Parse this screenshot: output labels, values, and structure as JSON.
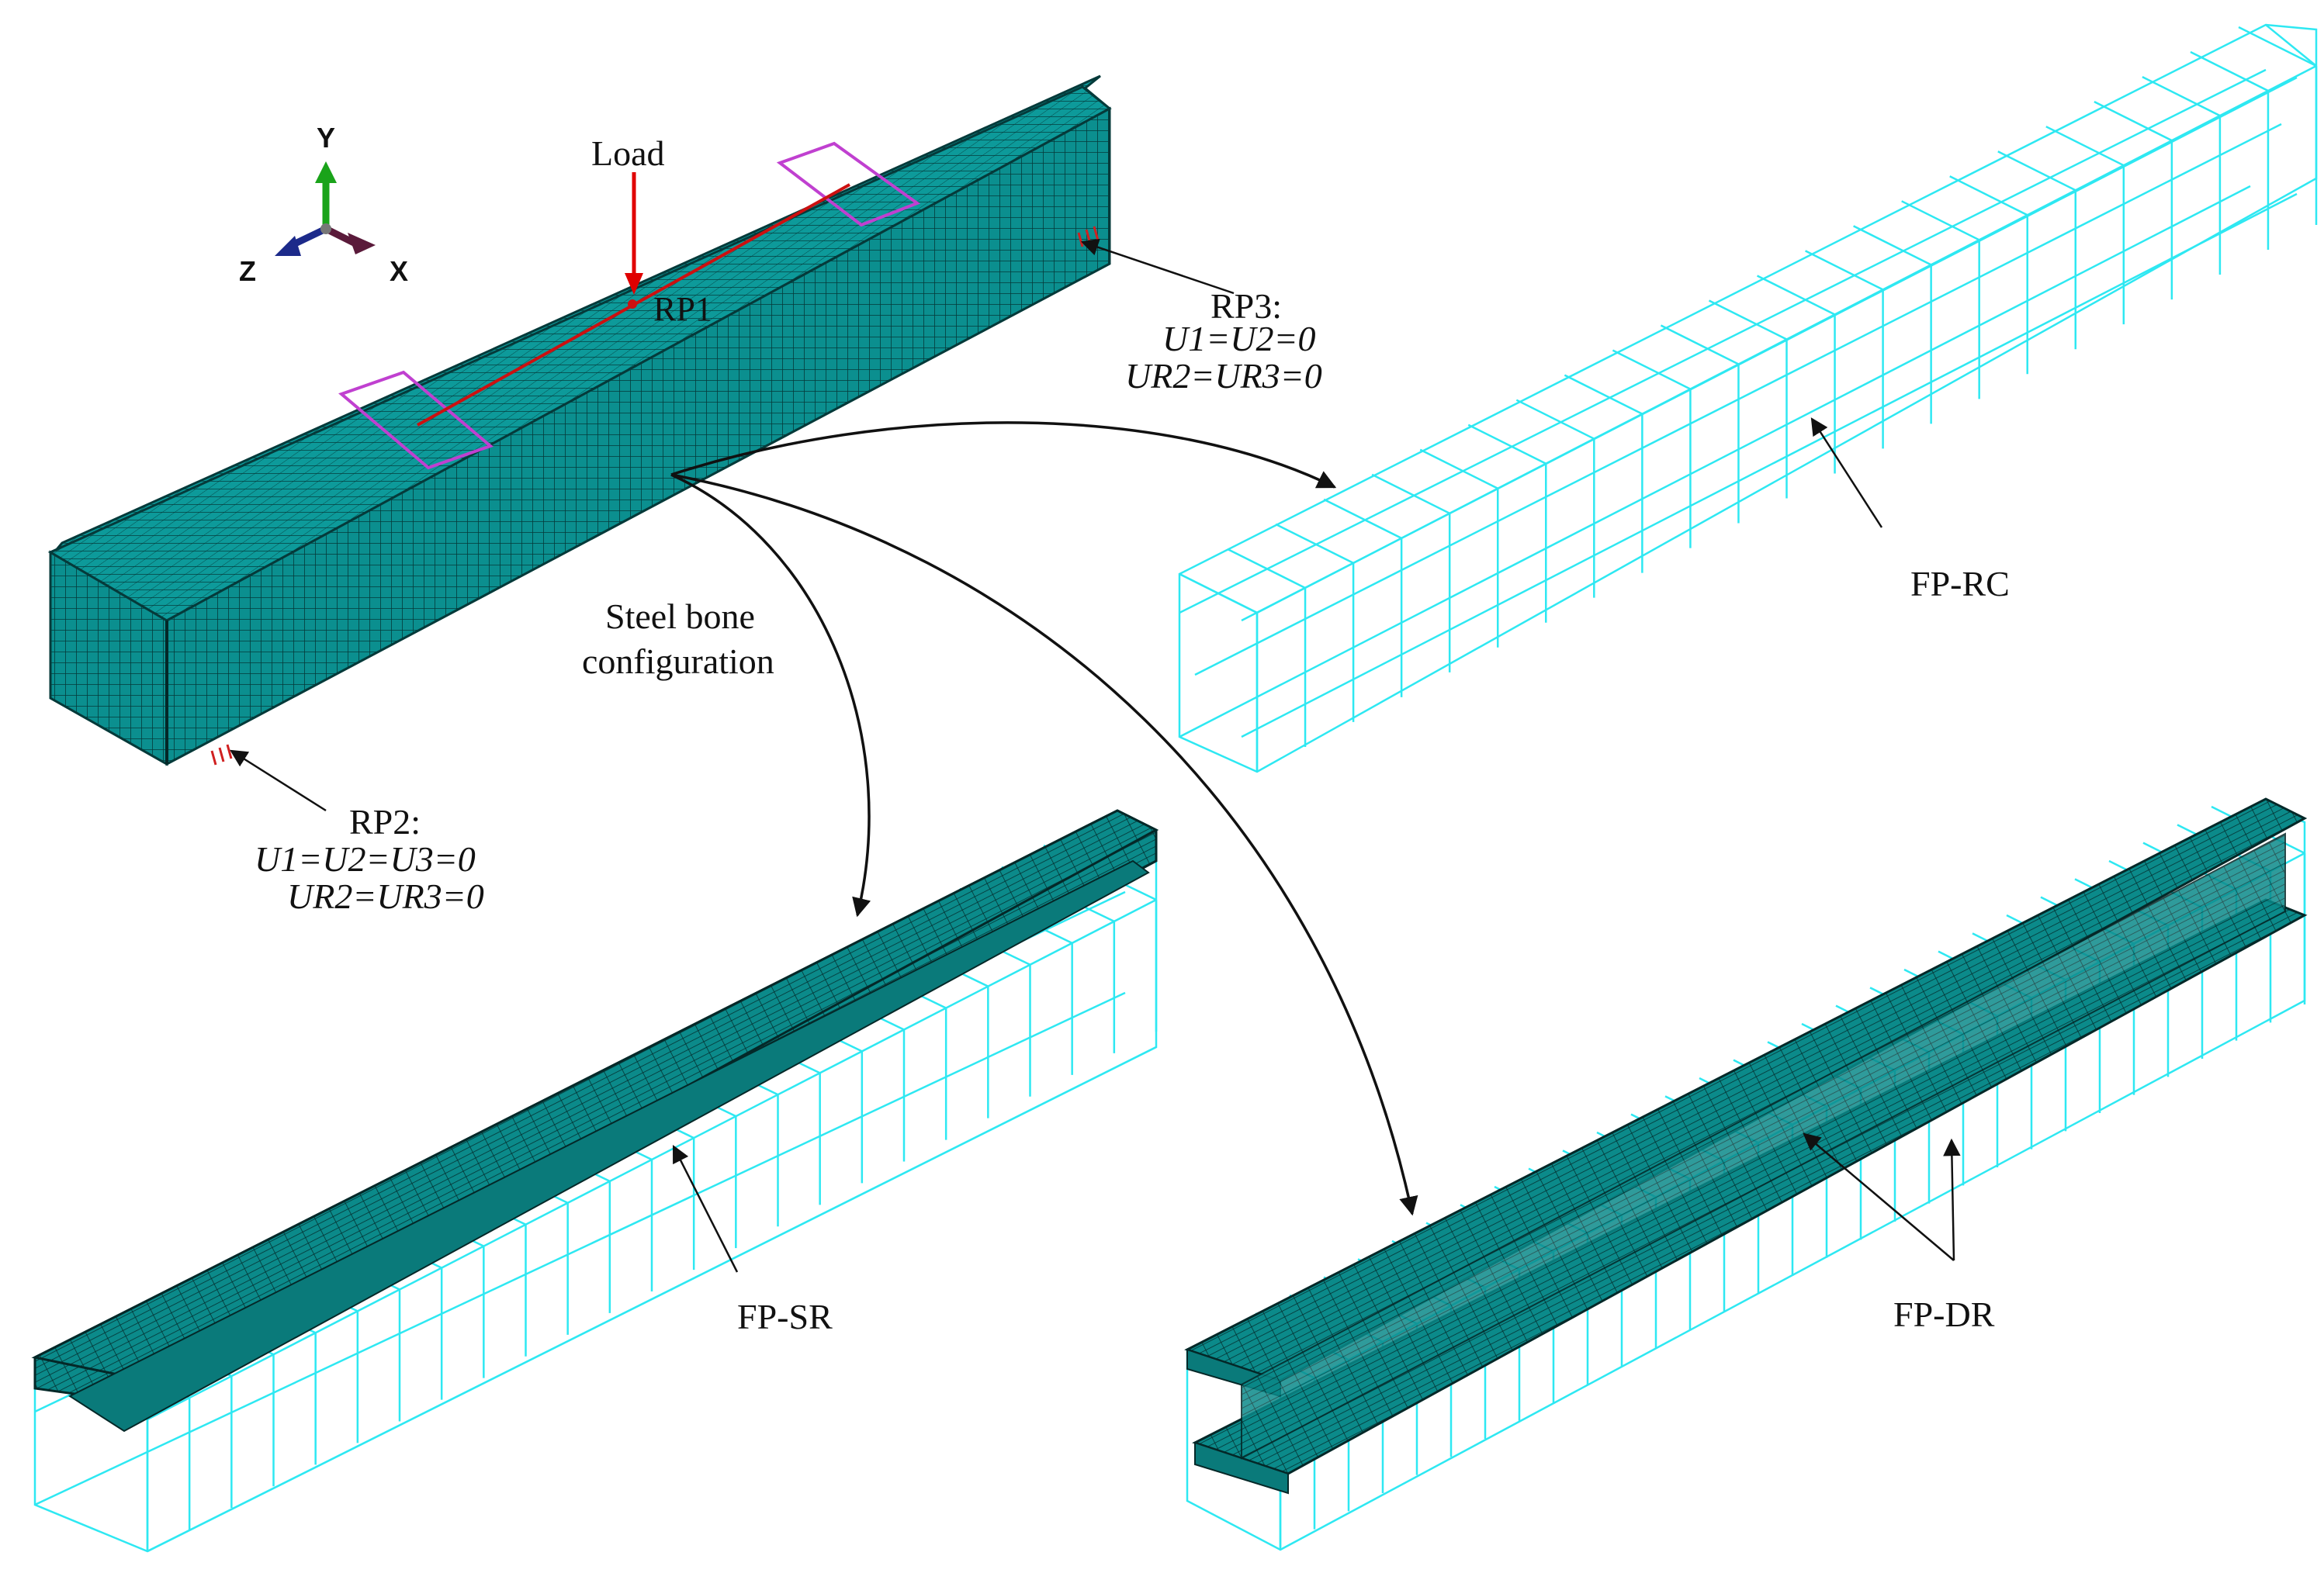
{
  "colors": {
    "mesh_fill": "#0b8f8f",
    "mesh_line": "#053a3a",
    "wire": "#2ee8f2",
    "load_arrow": "#e00000",
    "load_line": "#cc1010",
    "pad": "#c040d0",
    "axis_y": "#1aa31a",
    "axis_z": "#1c2a8a",
    "axis_x": "#5a1a3a",
    "text": "#111111"
  },
  "icons": [
    "axis-triad-icon",
    "boundary-condition-icon"
  ],
  "axes": {
    "y": "Y",
    "z": "Z",
    "x": "X"
  },
  "labels": {
    "load": "Load",
    "rp1": "RP1",
    "rp3": {
      "title": "RP3:",
      "line1": "U1=U2=0",
      "line2": "UR2=UR3=0"
    },
    "rp2": {
      "title": "RP2:",
      "line1": "U1=U2=U3=0",
      "line2": "UR2=UR3=0"
    },
    "steel": {
      "line1": "Steel bone",
      "line2": "configuration"
    },
    "fp_rc": "FP-RC",
    "fp_sr": "FP-SR",
    "fp_dr": "FP-DR"
  }
}
